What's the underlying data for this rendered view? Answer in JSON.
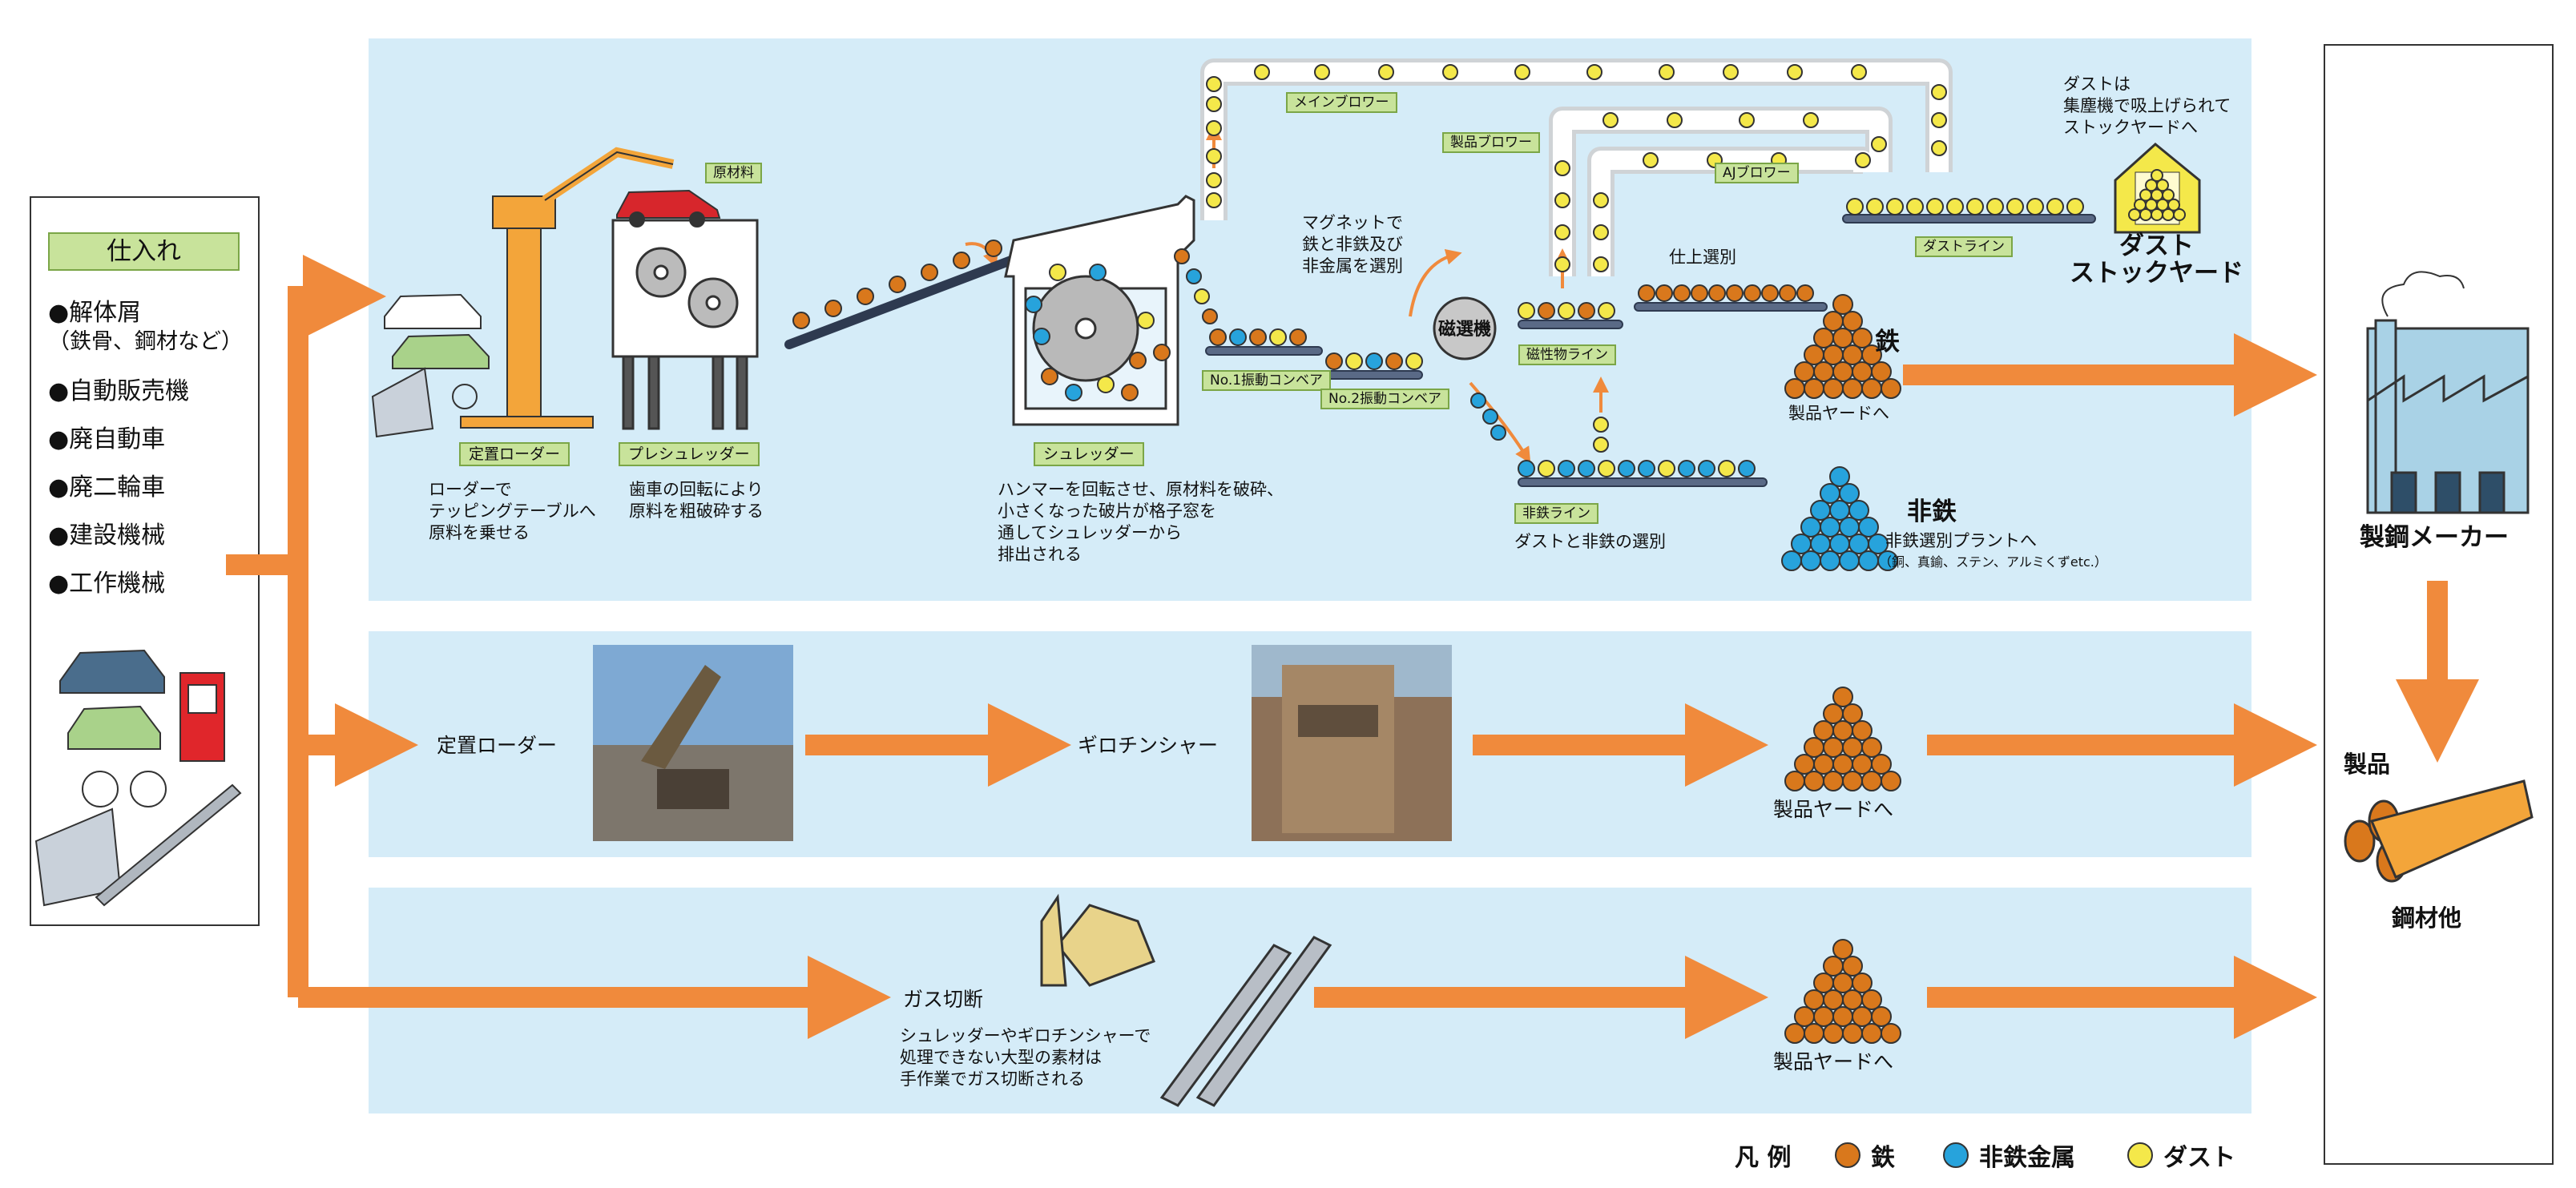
{
  "colors": {
    "panel": "#d5ecf8",
    "arrow": "#f08a3c",
    "iron": "#d9781c",
    "nonferrous": "#27a3dc",
    "dust": "#f4e84a",
    "tag_bg": "#c8e39b"
  },
  "supply": {
    "title": "仕入れ",
    "items": [
      "●解体屑",
      "（鉄骨、鋼材など）",
      "●自動販売機",
      "●廃自動車",
      "●廃二輪車",
      "●建設機械",
      "●工作機械"
    ]
  },
  "line1": {
    "tags": {
      "raw": "原材料",
      "loader": "定置ローダー",
      "pre_shredder": "プレシュレッダー",
      "shredder": "シュレッダー",
      "conv1": "No.1振動コンベア",
      "conv2": "No.2振動コンベア",
      "main_blower": "メインブロワー",
      "product_blower": "製品ブロワー",
      "aj_blower": "AJブロワー",
      "magnetic_line": "磁性物ライン",
      "nonferrous_line": "非鉄ライン",
      "dust_line": "ダストライン"
    },
    "loader_desc": "ローダーで\nテッピングテーブルへ\n原料を乗せる",
    "pre_shredder_desc": "歯車の回転により\n原料を粗破砕する",
    "shredder_desc": "ハンマーを回転させ、原材料を破砕、\n小さくなった破片が格子窓を\n通してシュレッダーから\n排出される",
    "magnet_desc": "マグネットで\n鉄と非鉄及び\n非金属を選別",
    "magnet_label": "磁選機",
    "finishing": "仕上選別",
    "nonferrous_line_desc": "ダストと非鉄の選別",
    "dust_desc": "ダストは\n集塵機で吸上げられて\nストックヤードへ",
    "dust_yard": "ダスト\nストックヤード",
    "iron_label": "鉄",
    "iron_yard": "製品ヤードへ",
    "nonferrous_label": "非鉄",
    "nonferrous_dest": "非鉄選別プラントへ",
    "nonferrous_note": "（銅、真鍮、ステン、アルミくずetc.）"
  },
  "line2": {
    "loader": "定置ローダー",
    "shear": "ギロチンシャー",
    "yard": "製品ヤードへ"
  },
  "line3": {
    "gas": "ガス切断",
    "desc": "シュレッダーやギロチンシャーで\n処理できない大型の素材は\n手作業でガス切断される",
    "yard": "製品ヤードへ"
  },
  "maker": {
    "title": "製鋼メーカー",
    "product": "製品",
    "steel": "鋼材他"
  },
  "legend": {
    "title": "凡 例",
    "iron": "鉄",
    "nonferrous": "非鉄金属",
    "dust": "ダスト"
  }
}
